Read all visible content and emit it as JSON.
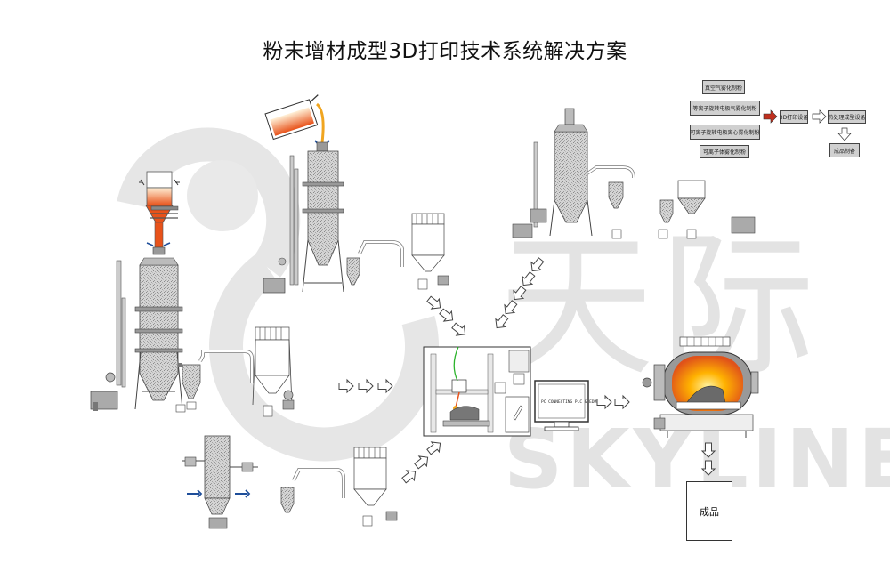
{
  "title": "粉末增材成型3D打印技术系统解决方案",
  "watermark": {
    "text_cn": "天际",
    "text_en": "SKYLINE",
    "color": "#e3e3e3"
  },
  "process_flow": {
    "methods": [
      "真空气雾化制粉",
      "等离子旋转电极气雾化制粉",
      "可离子旋转电极离心雾化制粉",
      "可离子体雾化制粉"
    ],
    "printer": "3D打印设备",
    "post": "热处理成型设备",
    "result": "成品制备"
  },
  "monitor_label": "PC CONNECTING PLC & EDM",
  "product_label": "成品",
  "colors": {
    "molten": "#e8521a",
    "furnace_glow": "#ffb200",
    "equipment_gray": "#b5b5b5",
    "flow_arrow_red": "#c0301e",
    "laser_green": "#2bb32b",
    "side_arrow_blue": "#1e4e9a"
  }
}
